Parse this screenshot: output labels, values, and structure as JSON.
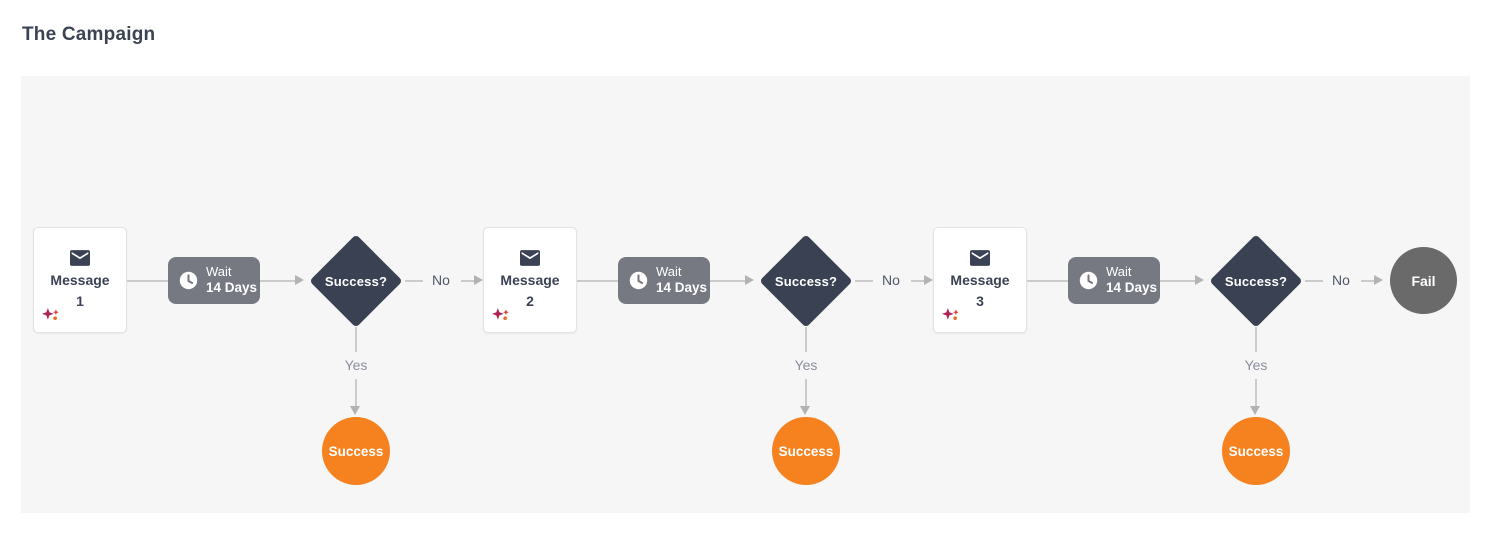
{
  "page": {
    "title": "The Campaign"
  },
  "colors": {
    "canvas-bg": "#f6f6f6",
    "node-gray": "#767981",
    "diamond-bg": "#3a4153",
    "orange": "#f5821e",
    "fail-gray": "#6a6a6a",
    "line": "#cbcbcb",
    "arrow": "#b3b3b3",
    "ink": "#3b4254"
  },
  "icons": {
    "message": "envelope-icon",
    "wait": "clock-icon",
    "ai": "sparkles-icon"
  },
  "flow": {
    "stages": [
      {
        "message": {
          "label": "Message",
          "number": "1"
        },
        "wait": {
          "label": "Wait",
          "duration": "14 Days"
        },
        "decision": {
          "label": "Success?"
        },
        "no_label": "No",
        "yes_label": "Yes",
        "success": {
          "label": "Success"
        }
      },
      {
        "message": {
          "label": "Message",
          "number": "2"
        },
        "wait": {
          "label": "Wait",
          "duration": "14 Days"
        },
        "decision": {
          "label": "Success?"
        },
        "no_label": "No",
        "yes_label": "Yes",
        "success": {
          "label": "Success"
        }
      },
      {
        "message": {
          "label": "Message",
          "number": "3"
        },
        "wait": {
          "label": "Wait",
          "duration": "14 Days"
        },
        "decision": {
          "label": "Success?"
        },
        "no_label": "No",
        "yes_label": "Yes",
        "success": {
          "label": "Success"
        }
      }
    ],
    "fail": {
      "label": "Fail"
    }
  }
}
